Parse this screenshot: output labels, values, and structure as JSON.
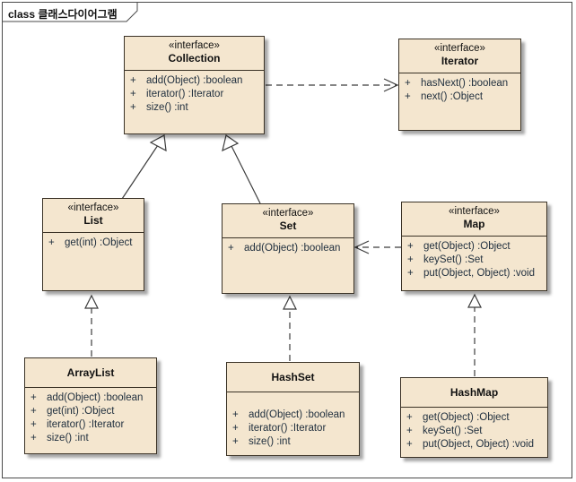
{
  "frame": {
    "title": "class 클래스다이어그램"
  },
  "classes": {
    "collection": {
      "stereotype": "«interface»",
      "name": "Collection",
      "ops": [
        {
          "vis": "+",
          "sig": "add(Object) :boolean"
        },
        {
          "vis": "+",
          "sig": "iterator() :Iterator"
        },
        {
          "vis": "+",
          "sig": "size() :int"
        }
      ]
    },
    "iterator": {
      "stereotype": "«interface»",
      "name": "Iterator",
      "ops": [
        {
          "vis": "+",
          "sig": "hasNext() :boolean"
        },
        {
          "vis": "+",
          "sig": "next() :Object"
        }
      ]
    },
    "list": {
      "stereotype": "«interface»",
      "name": "List",
      "ops": [
        {
          "vis": "+",
          "sig": "get(int) :Object"
        }
      ]
    },
    "set": {
      "stereotype": "«interface»",
      "name": "Set",
      "ops": [
        {
          "vis": "+",
          "sig": "add(Object) :boolean"
        }
      ]
    },
    "map": {
      "stereotype": "«interface»",
      "name": "Map",
      "ops": [
        {
          "vis": "+",
          "sig": "get(Object) :Object"
        },
        {
          "vis": "+",
          "sig": "keySet() :Set"
        },
        {
          "vis": "+",
          "sig": "put(Object, Object) :void"
        }
      ]
    },
    "arraylist": {
      "name": "ArrayList",
      "ops": [
        {
          "vis": "+",
          "sig": "add(Object) :boolean"
        },
        {
          "vis": "+",
          "sig": "get(int) :Object"
        },
        {
          "vis": "+",
          "sig": "iterator() :Iterator"
        },
        {
          "vis": "+",
          "sig": "size() :int"
        }
      ]
    },
    "hashset": {
      "name": "HashSet",
      "ops": [
        {
          "vis": "+",
          "sig": "add(Object) :boolean"
        },
        {
          "vis": "+",
          "sig": "iterator() :Iterator"
        },
        {
          "vis": "+",
          "sig": "size() :int"
        }
      ]
    },
    "hashmap": {
      "name": "HashMap",
      "ops": [
        {
          "vis": "+",
          "sig": "get(Object) :Object"
        },
        {
          "vis": "+",
          "sig": "keySet() :Set"
        },
        {
          "vis": "+",
          "sig": "put(Object, Object) :void"
        }
      ]
    }
  },
  "colors": {
    "class_fill": "#f4e6cf",
    "class_border": "#3a3226",
    "line": "#3c3c3c"
  }
}
